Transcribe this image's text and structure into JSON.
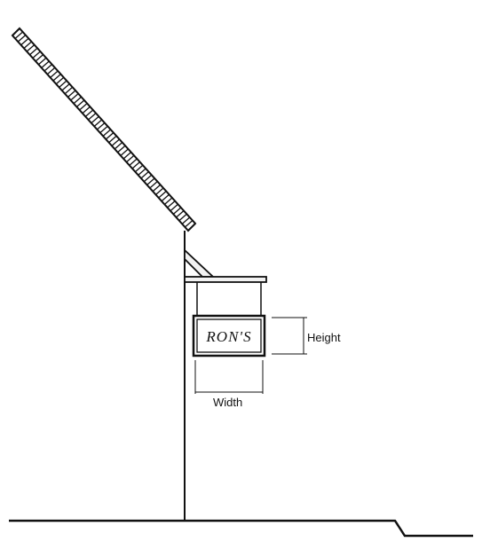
{
  "sign": {
    "text": "RONS",
    "apostrophe": "'"
  },
  "dimensions": {
    "height_label": "Height",
    "width_label": "Width"
  },
  "colors": {
    "line": "#111111",
    "background": "#ffffff",
    "sign_fill": "#ffffff",
    "bracket_fill": "#f2f2f2"
  }
}
